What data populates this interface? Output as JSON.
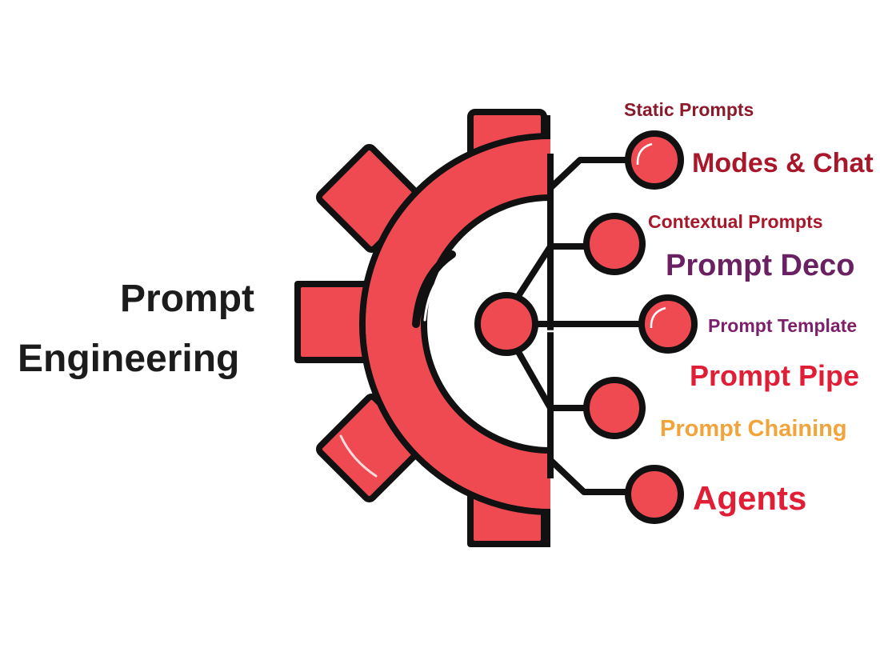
{
  "title_lines": [
    "Prompt",
    "Engineering"
  ],
  "colors": {
    "gear_fill": "#ef4a52",
    "stroke": "#111111",
    "title": "#1c1c1c",
    "dark_red": "#8b1a2b",
    "crimson": "#a8172a",
    "purple": "#6a2162",
    "magenta": "#7d1f6a",
    "red": "#e01e35",
    "orange": "#f2a33a"
  },
  "labels": [
    {
      "text": "Static Prompts",
      "color": "#8b1a2b"
    },
    {
      "text": "Modes & Chat",
      "color": "#a8172a"
    },
    {
      "text": "Contextual Prompts",
      "color": "#a8172a"
    },
    {
      "text": "Prompt Deco",
      "color": "#6a2162"
    },
    {
      "text": "Prompt Template",
      "color": "#7d1f6a"
    },
    {
      "text": "Prompt Pipe",
      "color": "#e01e35"
    },
    {
      "text": "Prompt Chaining",
      "color": "#f2a33a"
    },
    {
      "text": "Agents",
      "color": "#e01e35"
    }
  ]
}
